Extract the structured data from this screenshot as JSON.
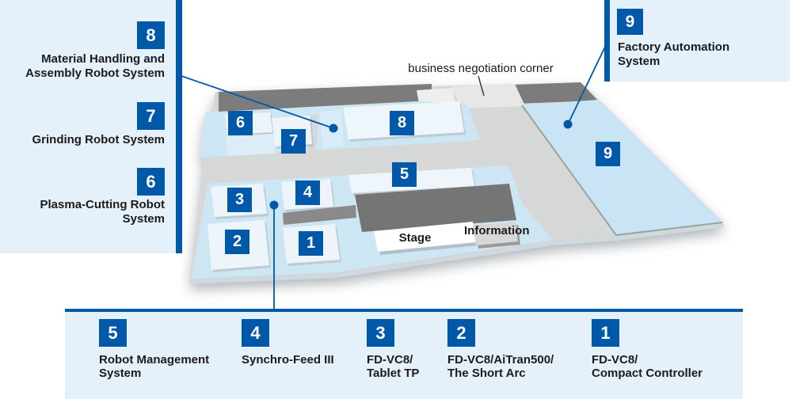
{
  "left_panel": {
    "items": [
      {
        "number": "8",
        "label": "Material Handling and\nAssembly Robot System"
      },
      {
        "number": "7",
        "label": "Grinding Robot System"
      },
      {
        "number": "6",
        "label": "Plasma-Cutting Robot\nSystem"
      }
    ]
  },
  "right_panel": {
    "number": "9",
    "label": "Factory Automation\nSystem"
  },
  "bottom_panel": {
    "items": [
      {
        "number": "5",
        "label": "Robot Management\nSystem"
      },
      {
        "number": "4",
        "label": "Synchro-Feed III"
      },
      {
        "number": "3",
        "label": "FD-VC8/\nTablet TP"
      },
      {
        "number": "2",
        "label": "FD-VC8/AiTran500/\nThe Short Arc"
      },
      {
        "number": "1",
        "label": "FD-VC8/\nCompact Controller"
      }
    ]
  },
  "map": {
    "badges": {
      "b1": "1",
      "b2": "2",
      "b3": "3",
      "b4": "4",
      "b5": "5",
      "b6": "6",
      "b7": "7",
      "b8": "8",
      "b9": "9"
    },
    "labels": {
      "business": "business negotiation corner",
      "stage": "Stage",
      "information": "Information"
    }
  },
  "colors": {
    "accent_blue": "#0059a8",
    "panel_bg": "#e5f1fa",
    "floor_gray": "#d6d7d7",
    "zone_blue": "#cde6f4",
    "area9_blue": "#c8e4f5",
    "booth_white": "#edf5fb",
    "wall_gray": "#7c7c7c",
    "text_dark": "#1b1b1b"
  }
}
